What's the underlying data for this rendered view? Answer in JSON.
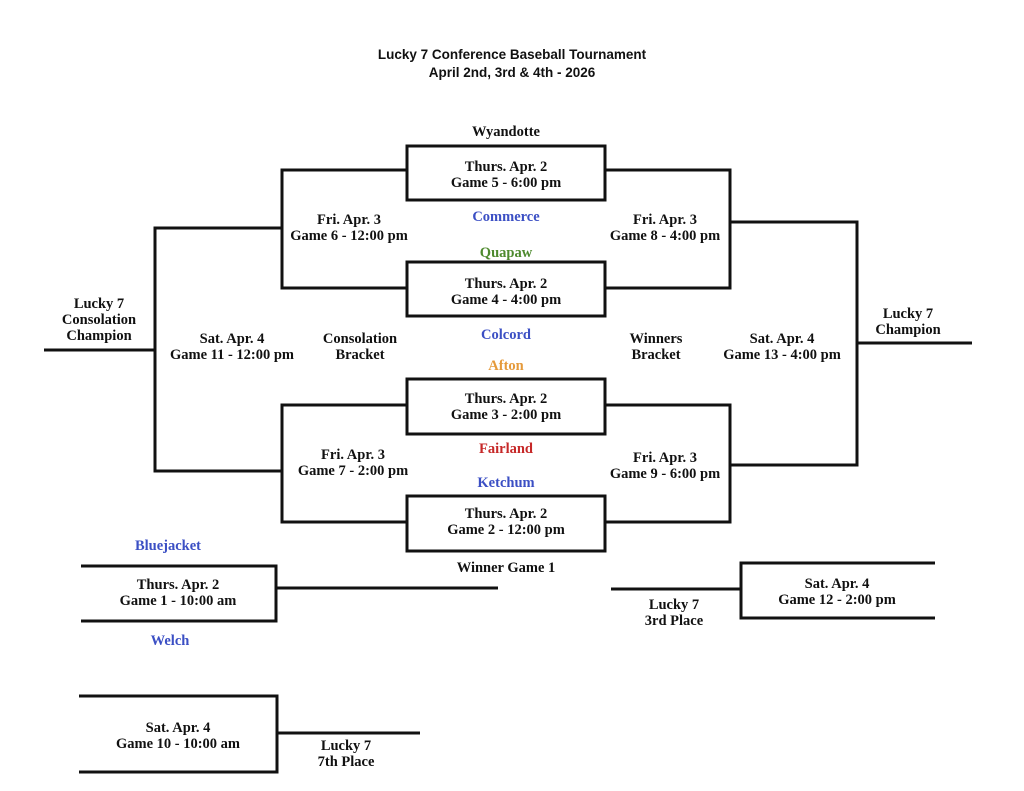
{
  "title": {
    "line1": "Lucky 7 Conference Baseball Tournament",
    "line2": "April 2nd, 3rd & 4th - 2026"
  },
  "colors": {
    "blue": "#3b4fc4",
    "green": "#4e8a2e",
    "orange": "#e59a3b",
    "red": "#c62828",
    "black": "#111111"
  },
  "games": {
    "g5": {
      "day": "Thurs. Apr. 2",
      "game": "Game 5 - 6:00 pm"
    },
    "g4": {
      "day": "Thurs. Apr. 2",
      "game": "Game 4 - 4:00 pm"
    },
    "g3": {
      "day": "Thurs. Apr. 2",
      "game": "Game 3 - 2:00 pm"
    },
    "g2": {
      "day": "Thurs. Apr. 2",
      "game": "Game 2 - 12:00 pm"
    },
    "g1": {
      "day": "Thurs. Apr. 2",
      "game": "Game 1 - 10:00 am"
    },
    "g6": {
      "day": "Fri. Apr. 3",
      "game": "Game 6 - 12:00 pm"
    },
    "g7": {
      "day": "Fri. Apr. 3",
      "game": "Game 7 - 2:00 pm"
    },
    "g8": {
      "day": "Fri. Apr. 3",
      "game": "Game 8 - 4:00 pm"
    },
    "g9": {
      "day": "Fri. Apr. 3",
      "game": "Game 9 - 6:00 pm"
    },
    "g10": {
      "day": "Sat. Apr. 4",
      "game": "Game 10 - 10:00 am"
    },
    "g11": {
      "day": "Sat. Apr. 4",
      "game": "Game 11 - 12:00 pm"
    },
    "g12": {
      "day": "Sat. Apr. 4",
      "game": "Game 12 - 2:00 pm"
    },
    "g13": {
      "day": "Sat. Apr. 4",
      "game": "Game 13 - 4:00 pm"
    }
  },
  "teams": {
    "wyandotte": "Wyandotte",
    "commerce": "Commerce",
    "quapaw": "Quapaw",
    "colcord": "Colcord",
    "afton": "Afton",
    "fairland": "Fairland",
    "ketchum": "Ketchum",
    "bluejacket": "Bluejacket",
    "welch": "Welch",
    "winner_game1": "Winner Game 1"
  },
  "labels": {
    "consolation_bracket": [
      "Consolation",
      "Bracket"
    ],
    "winners_bracket": [
      "Winners",
      "Bracket"
    ],
    "consolation_champion": [
      "Lucky 7",
      "Consolation",
      "Champion"
    ],
    "champion": [
      "Lucky 7",
      "Champion"
    ],
    "third_place": [
      "Lucky 7",
      "3rd Place"
    ],
    "seventh_place": [
      "Lucky 7",
      "7th Place"
    ]
  }
}
